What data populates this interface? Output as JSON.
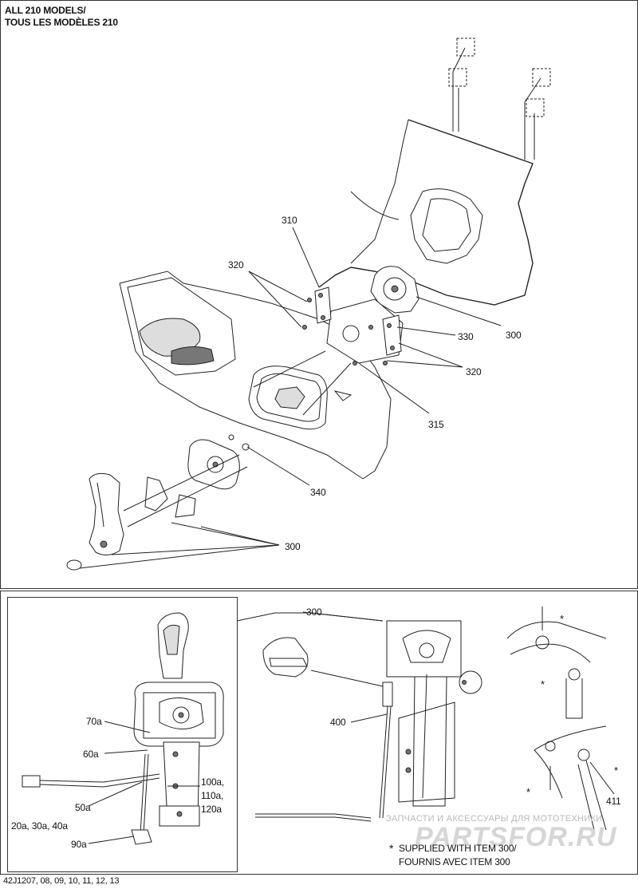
{
  "header": {
    "title_line1": "ALL 210 MODELS/",
    "title_line2": "TOUS LES MODÈLES 210"
  },
  "upper_callouts": {
    "c310": "310",
    "c320a": "320",
    "c330": "330",
    "c300a": "300",
    "c320b": "320",
    "c315": "315",
    "c340": "340",
    "c300b": "300"
  },
  "lower_callouts": {
    "c300": "300",
    "c400": "400",
    "c411": "411",
    "c70a": "70a",
    "c60a": "60a",
    "c50a": "50a",
    "c20a": "20a, 30a, 40a",
    "c90a": "90a",
    "c100a_l1": "100a,",
    "c100a_l2": "110a,",
    "c100a_l3": "120a"
  },
  "note": {
    "line1": "SUPPLIED WITH ITEM 300/",
    "line2": "FOURNIS AVEC ITEM 300",
    "star": "*"
  },
  "watermark": {
    "line1": "ЗАПЧАСТИ И АКСЕССУАРЫ ДЛЯ МОТОТЕХНИКИ",
    "line2": "PARTSFOR.RU"
  },
  "footer": {
    "code": "42J1207, 08, 09, 10, 11, 12, 13"
  }
}
